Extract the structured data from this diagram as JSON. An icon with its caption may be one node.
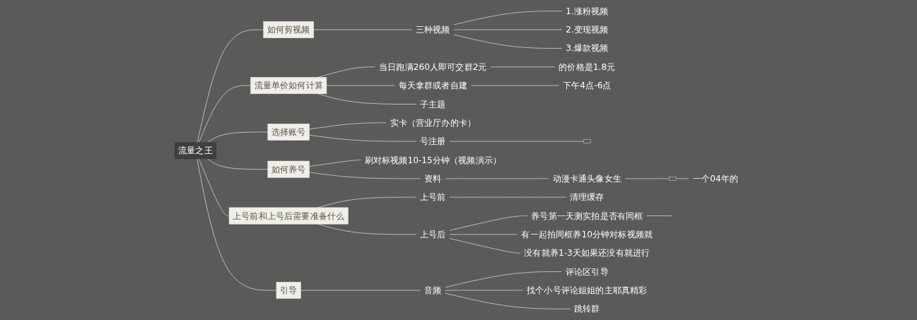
{
  "diagram": {
    "nodes": [
      {
        "text": [
          "流量之王"
        ]
      },
      {
        "text": [
          "如何剪视频"
        ]
      },
      {
        "text": [
          "三种视频"
        ]
      },
      {
        "text": [
          "1.涨粉视频"
        ]
      },
      {
        "text": [
          "2.变现视频"
        ]
      },
      {
        "text": [
          "3.爆款视频"
        ]
      },
      {
        "text": [
          "流量单价如何计算"
        ]
      },
      {
        "text": [
          "当日跑满260人即可交群2元"
        ]
      },
      {
        "text": [
          "的价格是1.8元"
        ]
      },
      {
        "text": [
          "每天拿群或者自建"
        ]
      },
      {
        "text": [
          "下午4点-6点"
        ]
      },
      {
        "text": [
          "子主题"
        ]
      },
      {
        "text": [
          "选择账号"
        ]
      },
      {
        "text": [
          "实卡（营业厅办的卡）"
        ]
      },
      {
        "text": [
          "号注册"
        ]
      },
      {
        "text": [],
        "shape": "box"
      },
      {
        "text": [
          "如何养号"
        ]
      },
      {
        "text": [
          "刷对标视频10-15分钟（视频演示）"
        ]
      },
      {
        "text": [
          "资料"
        ]
      },
      {
        "text": [
          "动漫卡通头像女生"
        ]
      },
      {
        "text": [],
        "shape": "box"
      },
      {
        "text": [
          "一个04年的"
        ]
      },
      {
        "text": [
          "上号前和上号后需要准备什么"
        ]
      },
      {
        "text": [
          "上号前"
        ]
      },
      {
        "text": [
          "清理缓存"
        ]
      },
      {
        "text": [
          "上号后"
        ]
      },
      {
        "text": [
          "养号第一天测实拍是否有同框"
        ]
      },
      {
        "text": [
          "有一起拍同框养10分钟对标视频就"
        ]
      },
      {
        "text": [
          "没有就养1-3天如果还没有就进行"
        ]
      },
      {
        "text": [
          "引导"
        ]
      },
      {
        "text": [
          "音频"
        ]
      },
      {
        "text": [
          "评论区引导"
        ]
      },
      {
        "text": [
          "找个小号评论姐姐的主耶真精彩"
        ]
      },
      {
        "text": [
          "跳转群"
        ]
      }
    ],
    "edges": [
      {
        "from": 0,
        "to": 1,
        "arrow": "none"
      },
      {
        "from": 1,
        "to": 2,
        "arrow": "none"
      },
      {
        "from": 2,
        "to": 3,
        "arrow": "none"
      },
      {
        "from": 2,
        "to": 4,
        "arrow": "none"
      },
      {
        "from": 2,
        "to": 5,
        "arrow": "none"
      },
      {
        "from": 0,
        "to": 6,
        "arrow": "none"
      },
      {
        "from": 6,
        "to": 7,
        "arrow": "none"
      },
      {
        "from": 7,
        "to": 8,
        "arrow": "none"
      },
      {
        "from": 6,
        "to": 9,
        "arrow": "none"
      },
      {
        "from": 9,
        "to": 10,
        "arrow": "none"
      },
      {
        "from": 6,
        "to": 11,
        "arrow": "none"
      },
      {
        "from": 0,
        "to": 12,
        "arrow": "none"
      },
      {
        "from": 12,
        "to": 13,
        "arrow": "none"
      },
      {
        "from": 12,
        "to": 14,
        "arrow": "none"
      },
      {
        "from": 14,
        "to": 15,
        "arrow": "none"
      },
      {
        "from": 0,
        "to": 16,
        "arrow": "none"
      },
      {
        "from": 16,
        "to": 17,
        "arrow": "none"
      },
      {
        "from": 16,
        "to": 18,
        "arrow": "none"
      },
      {
        "from": 18,
        "to": 19,
        "arrow": "none"
      },
      {
        "from": 19,
        "to": 20,
        "arrow": "none"
      },
      {
        "from": 20,
        "to": 21,
        "arrow": "none"
      },
      {
        "from": 0,
        "to": 22,
        "arrow": "none"
      },
      {
        "from": 22,
        "to": 23,
        "arrow": "none"
      },
      {
        "from": 23,
        "to": 24,
        "arrow": "none"
      },
      {
        "from": 22,
        "to": 25,
        "arrow": "none"
      },
      {
        "from": 25,
        "to": 26,
        "arrow": "none"
      },
      {
        "from": 26,
        "to": null,
        "arrow": "none"
      },
      {
        "from": 25,
        "to": 27,
        "arrow": "none"
      },
      {
        "from": 25,
        "to": 28,
        "arrow": "none"
      },
      {
        "from": 0,
        "to": 29,
        "arrow": "none"
      },
      {
        "from": 29,
        "to": 30,
        "arrow": "none"
      },
      {
        "from": 30,
        "to": 31,
        "arrow": "none"
      },
      {
        "from": 30,
        "to": 32,
        "arrow": "none"
      },
      {
        "from": 30,
        "to": 33,
        "arrow": "none"
      }
    ]
  }
}
